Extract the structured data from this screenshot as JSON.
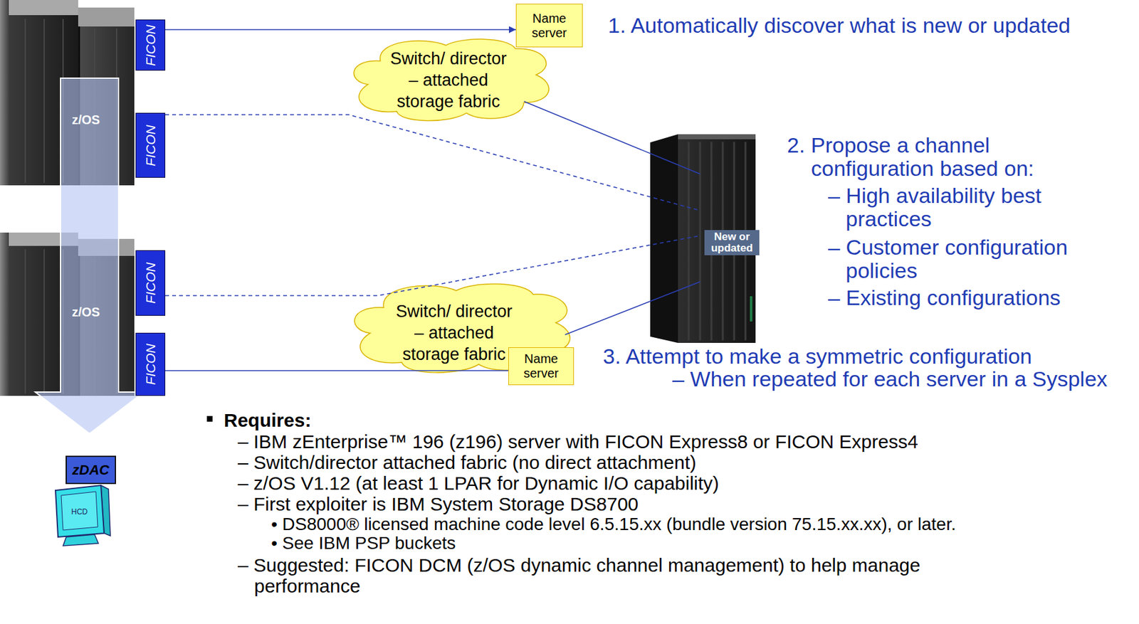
{
  "diagram": {
    "nodes": [
      {
        "text": [
          "z/OS"
        ]
      },
      {
        "text": [
          "FICON"
        ]
      },
      {
        "text": [
          "FICON"
        ]
      },
      {
        "text": [
          "Name server"
        ]
      },
      {
        "text": [
          "Switch/ director – attached storage fabric"
        ]
      },
      {
        "text": [
          "New or updated"
        ]
      },
      {
        "text": [
          "z/OS"
        ]
      },
      {
        "text": [
          "FICON"
        ]
      },
      {
        "text": [
          "FICON"
        ]
      },
      {
        "text": [
          "Switch/ director – attached storage fabric"
        ]
      },
      {
        "text": [
          "Name server"
        ]
      },
      {
        "text": [
          "zDAC"
        ]
      },
      {
        "text": [
          "HCD"
        ]
      }
    ],
    "edges": [
      {
        "from": 1,
        "to": 3,
        "arrow": "to"
      },
      {
        "from": 4,
        "to": 5,
        "arrow": "none"
      },
      {
        "from": 2,
        "to": 5,
        "arrow": "none"
      },
      {
        "from": 7,
        "to": 5,
        "arrow": "none"
      },
      {
        "from": 9,
        "to": 5,
        "arrow": "none"
      },
      {
        "from": 8,
        "to": 10,
        "arrow": "none"
      },
      {
        "from": 0,
        "to": 11,
        "arrow": "to"
      }
    ],
    "labels": [
      "1. Automatically discover what is new or updated",
      "2. Propose a channel configuration based on:",
      "– High availability best practices",
      "– Customer configuration policies",
      "– Existing configurations",
      "3. Attempt to make a symmetric configuration",
      "– When repeated for each server in a Sysplex",
      "Requires:",
      "– IBM zEnterprise™ 196 (z196) server with FICON Express8 or FICON Express4",
      "– Switch/director attached fabric (no direct attachment)",
      "– z/OS V1.12 (at least 1 LPAR for Dynamic I/O capability)",
      "– First exploiter is IBM System Storage DS8700",
      "• DS8000® licensed machine code level 6.5.15.xx (bundle version 75.15.xx.xx), or later.",
      "• See IBM PSP buckets",
      "– Suggested: FICON DCM (z/OS dynamic channel management) to help manage performance"
    ]
  }
}
